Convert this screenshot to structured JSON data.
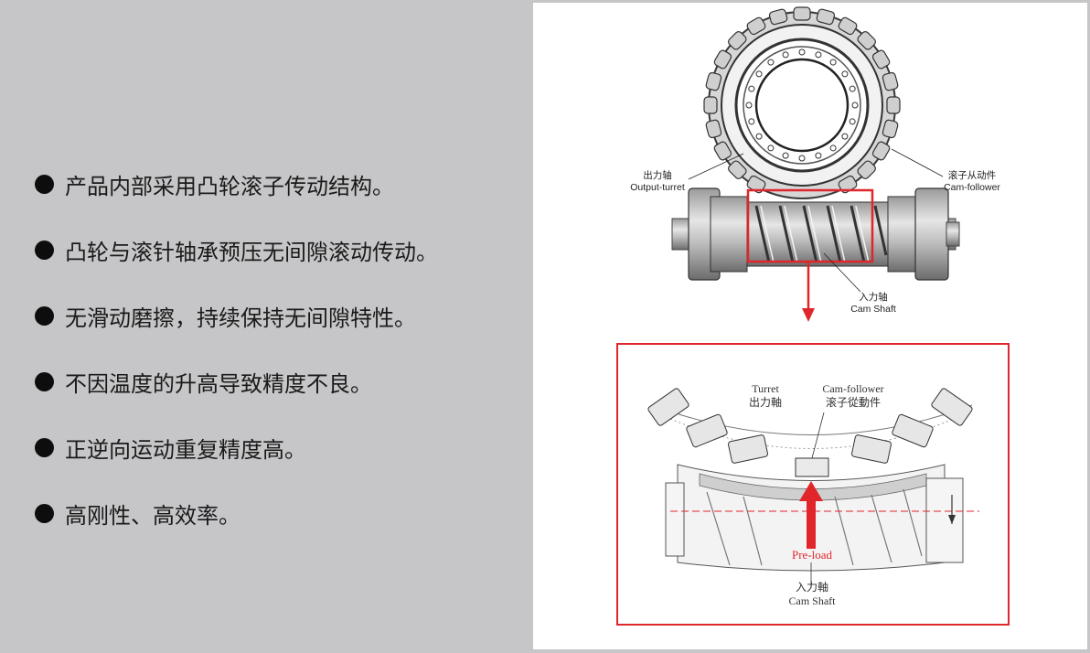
{
  "features": [
    "产品内部采用凸轮滚子传动结构。",
    "凸轮与滚针轴承预压无间隙滚动传动。",
    "无滑动磨擦，持续保持无间隙特性。",
    "不因温度的升高导致精度不良。",
    "正逆向运动重复精度高。",
    "高刚性、高效率。"
  ],
  "top_diagram": {
    "output_turret_cn": "出力轴",
    "output_turret_en": "Output-turret",
    "cam_follower_cn": "滚子从动件",
    "cam_follower_en": "Cam-follower",
    "cam_shaft_cn": "入力轴",
    "cam_shaft_en": "Cam Shaft"
  },
  "detail_diagram": {
    "turret_en": "Turret",
    "turret_cn": "出力軸",
    "cam_follower_en": "Cam-follower",
    "cam_follower_cn": "滚子從動件",
    "preload": "Pre-load",
    "cam_shaft_cn": "入力軸",
    "cam_shaft_en": "Cam Shaft"
  },
  "colors": {
    "background": "#c6c6c8",
    "panel": "#ffffff",
    "highlight": "#e0262b",
    "text": "#1a1a1a"
  }
}
